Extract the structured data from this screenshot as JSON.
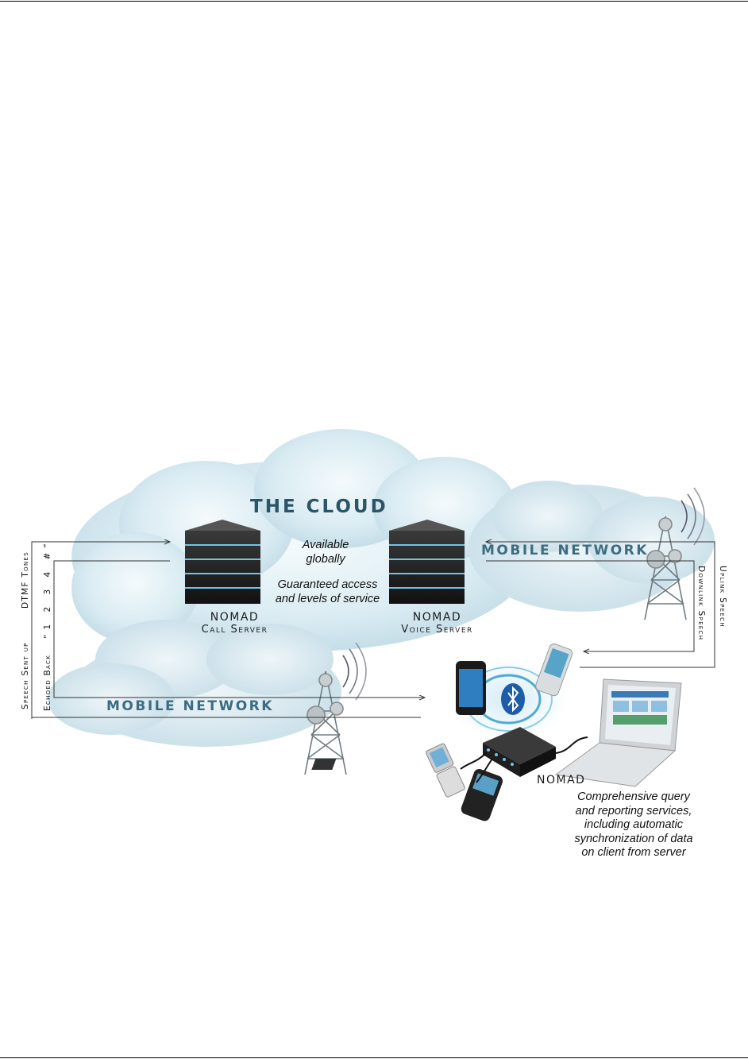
{
  "diagram": {
    "title": "THE CLOUD",
    "mobile_network_top": "MOBILE NETWORK",
    "mobile_network_bottom": "MOBILE NETWORK",
    "call_server": {
      "line1": "NOMAD",
      "line2": "Call Server"
    },
    "voice_server": {
      "line1": "NOMAD",
      "line2": "Voice Server"
    },
    "available": {
      "line1": "Available",
      "line2": "globally"
    },
    "guaranteed": {
      "line1": "Guaranteed access",
      "line2": "and levels of service"
    },
    "nomad_device": "NOMAD",
    "reporting": {
      "line1": "Comprehensive query",
      "line2": "and reporting services,",
      "line3": "including automatic",
      "line4": "synchronization of data",
      "line5": "on client from server"
    },
    "left_labels": {
      "dtmf": "DTMF Tones",
      "digits": "“1 2 3 4 #”",
      "speech_sent_up": "Speech Sent up",
      "echoed_back": "Echoed Back"
    },
    "right_labels": {
      "uplink": "Uplink Speech",
      "downlink": "Downlink Speech"
    },
    "colors": {
      "cloud": "#dcebf1",
      "title": "#2a5567",
      "mobile": "#3d6c80",
      "bluetooth": "#1f5ca8"
    }
  }
}
